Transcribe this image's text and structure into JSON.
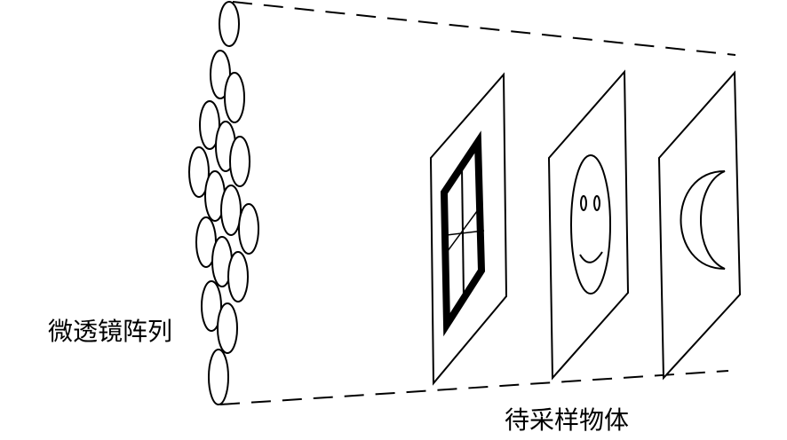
{
  "labels": {
    "microlens_array": "微透镜阵列",
    "objects_to_sample": "待采样物体"
  },
  "objects": [
    {
      "name": "window",
      "icon": "window-icon"
    },
    {
      "name": "smiley-face",
      "icon": "smiley-face-icon"
    },
    {
      "name": "crescent-moon",
      "icon": "crescent-moon-icon"
    }
  ],
  "colors": {
    "stroke": "#000000",
    "background": "#ffffff"
  }
}
